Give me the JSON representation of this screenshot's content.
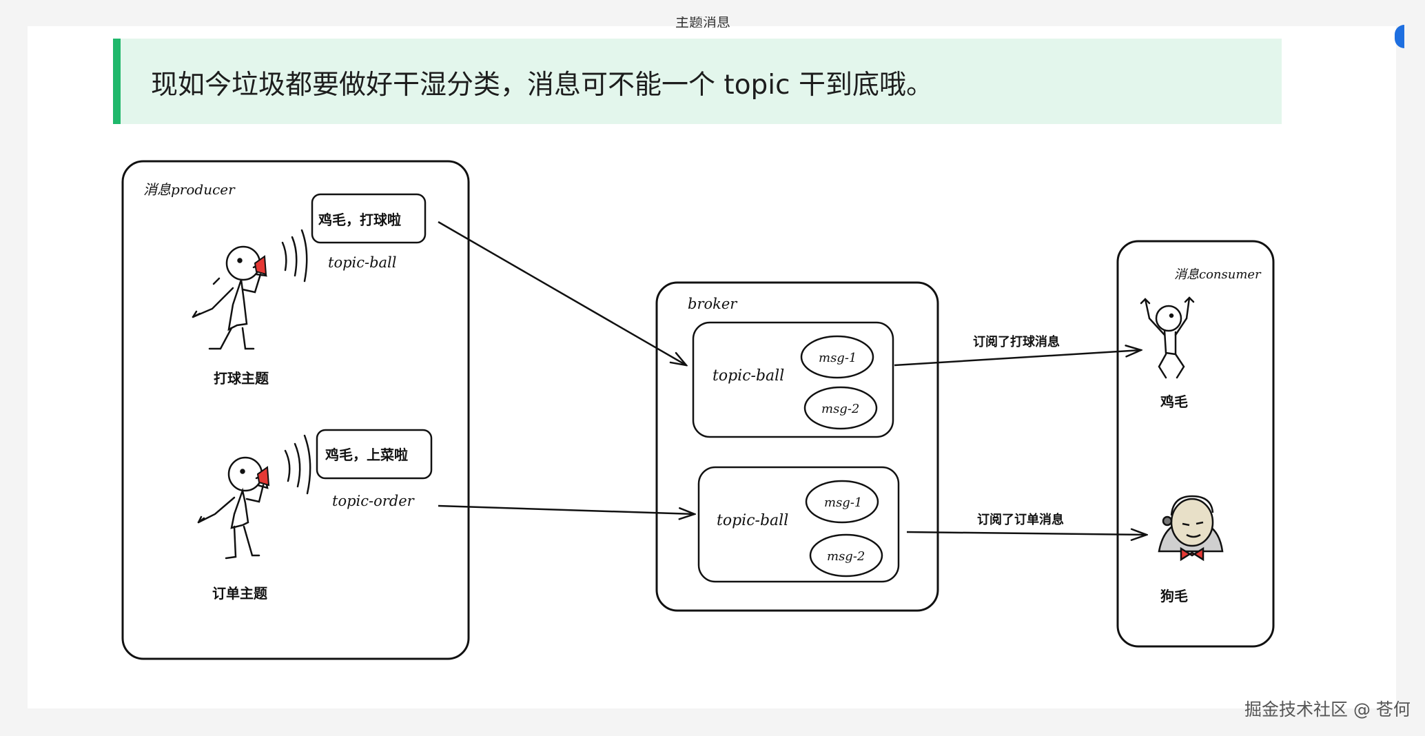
{
  "callout": {
    "text": "现如今垃圾都要做好干湿分类，消息可不能一个 topic 干到底哦。"
  },
  "top_fragment": "主题消息",
  "producer": {
    "title": "消息producer",
    "speakers": [
      {
        "speech": "鸡毛，打球啦",
        "topic": "topic-ball",
        "label": "打球主题"
      },
      {
        "speech": "鸡毛，上菜啦",
        "topic": "topic-order",
        "label": "订单主题"
      }
    ]
  },
  "broker": {
    "title": "broker",
    "groups": [
      {
        "topic": "topic-ball",
        "msgs": [
          "msg-1",
          "msg-2"
        ]
      },
      {
        "topic": "topic-ball",
        "msgs": [
          "msg-1",
          "msg-2"
        ]
      }
    ]
  },
  "subscriptions": [
    "订阅了打球消息",
    "订阅了订单消息"
  ],
  "consumer": {
    "title": "消息consumer",
    "people": [
      "鸡毛",
      "狗毛"
    ]
  },
  "watermark": "掘金技术社区 @ 苍何",
  "colors": {
    "callout_bg": "#e3f6ec",
    "callout_bar": "#1fb86b",
    "megaphone": "#e53935"
  }
}
